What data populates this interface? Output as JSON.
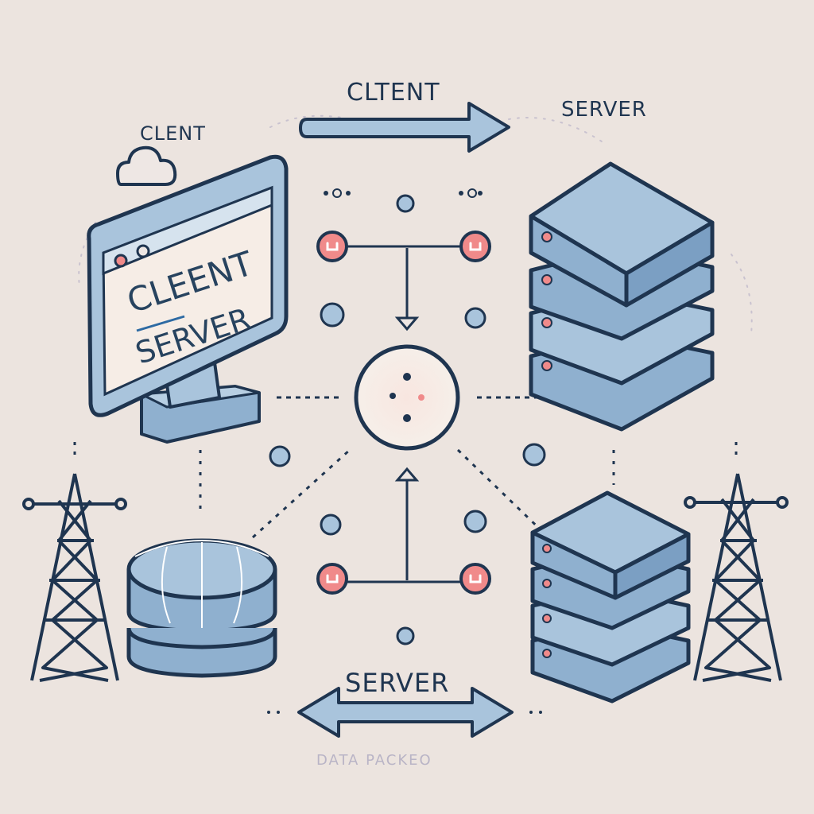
{
  "labels": {
    "top_left": "CLENT",
    "top_arrow": "CLTENT",
    "top_right": "SERVER",
    "bottom_arrow": "SERVER",
    "bottom_faint": "DATA PACKEO"
  },
  "monitor": {
    "line1": "CLEENT",
    "line2": "SERVER"
  },
  "colors": {
    "background": "#ece4df",
    "stroke": "#1f3550",
    "fill_blue": "#a9c4dc",
    "fill_blue_dark": "#8fb0cf",
    "accent_red": "#f08a8a",
    "node_fill": "#f7ece6",
    "screen_fill": "#f6ede6"
  },
  "icons": [
    "cloud-icon",
    "monitor-icon",
    "database-icon",
    "server-rack-icon",
    "transmission-tower-icon",
    "arrow-right-icon",
    "double-arrow-icon",
    "hub-node-icon"
  ]
}
